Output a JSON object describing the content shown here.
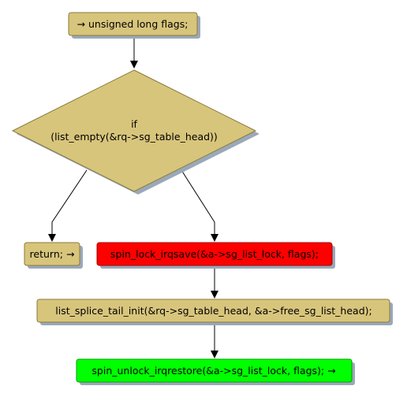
{
  "colors": {
    "default_fill": "#d8c57c",
    "default_stroke": "#8a7a3a",
    "shadow": "#9aa8b8",
    "red_fill": "#ff0000",
    "red_stroke": "#a00000",
    "green_fill": "#00ff00",
    "green_stroke": "#00a000",
    "edge": "#000000"
  },
  "nodes": {
    "start": {
      "label": "→ unsigned long flags;"
    },
    "decision": {
      "line1": "if",
      "line2": "(list_empty(&rq->sg_table_head))"
    },
    "return_node": {
      "label": "return; →"
    },
    "lock": {
      "label": "spin_lock_irqsave(&a->sg_list_lock, flags);"
    },
    "splice": {
      "label": "list_splice_tail_init(&rq->sg_table_head, &a->free_sg_list_head);"
    },
    "unlock": {
      "label": "spin_unlock_irqrestore(&a->sg_list_lock, flags); →"
    }
  }
}
